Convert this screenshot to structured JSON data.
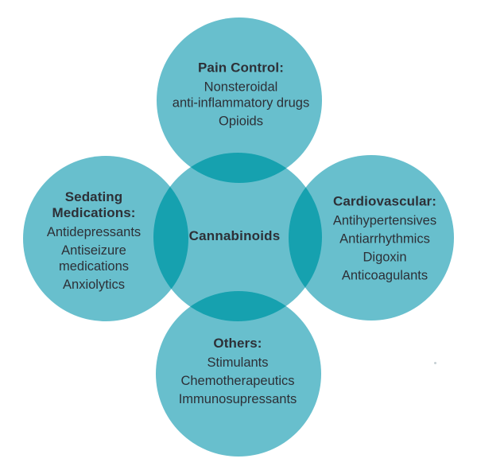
{
  "figure": {
    "center": {
      "label": "Cannabinoids"
    },
    "circles": [
      {
        "position": "top",
        "heading": "Pain Control:",
        "items": [
          "Nonsteroidal\nanti-inflammatory drugs",
          "Opioids"
        ]
      },
      {
        "position": "left",
        "heading": "Sedating\nMedications:",
        "items": [
          "Antidepressants",
          "Antiseizure\nmedications",
          "Anxiolytics"
        ]
      },
      {
        "position": "right",
        "heading": "Cardiovascular:",
        "items": [
          "Antihypertensives",
          "Antiarrhythmics",
          "Digoxin",
          "Anticoagulants"
        ]
      },
      {
        "position": "bottom",
        "heading": "Others:",
        "items": [
          "Stimulants",
          "Chemotherapeutics",
          "Immunosupressants"
        ]
      }
    ],
    "colors": {
      "circle_fill": "#68bfcd",
      "overlap_fill": "#16a1af",
      "text": "#2d3037",
      "background": "#ffffff"
    }
  }
}
